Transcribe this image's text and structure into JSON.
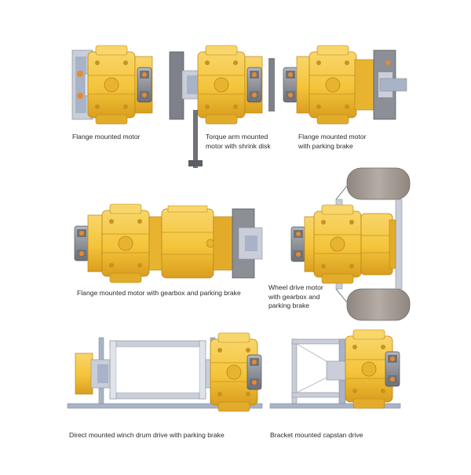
{
  "colors": {
    "motor_yellow": "#f4c43a",
    "motor_shadow": "#d99e1e",
    "motor_light": "#f8d66a",
    "steel_gray": "#8d8f96",
    "dark_gray": "#5c5e66",
    "blue_gray": "#a9b3c7",
    "light_steel": "#c9ced9",
    "tire_gray": "#a79f97",
    "page_background": "#ffffff",
    "caption_text": "#2b2b2b"
  },
  "figures": [
    {
      "id": "flange-motor",
      "caption": [
        "Flange mounted motor"
      ]
    },
    {
      "id": "torque-arm-motor",
      "caption": [
        "Torque arm mounted",
        "motor with shrink disk"
      ]
    },
    {
      "id": "flange-motor-brake",
      "caption": [
        "Flange mounted motor",
        "with parking brake"
      ]
    },
    {
      "id": "flange-gearbox-brake",
      "caption": [
        "Flange mounted motor with gearbox and parking brake"
      ]
    },
    {
      "id": "wheel-drive-motor",
      "caption": [
        "Wheel drive motor",
        "with gearbox and",
        "parking brake"
      ]
    },
    {
      "id": "winch-drum-drive",
      "caption": [
        "Direct mounted winch drum drive with parking brake"
      ]
    },
    {
      "id": "capstan-drive",
      "caption": [
        "Bracket mounted capstan drive"
      ]
    }
  ]
}
